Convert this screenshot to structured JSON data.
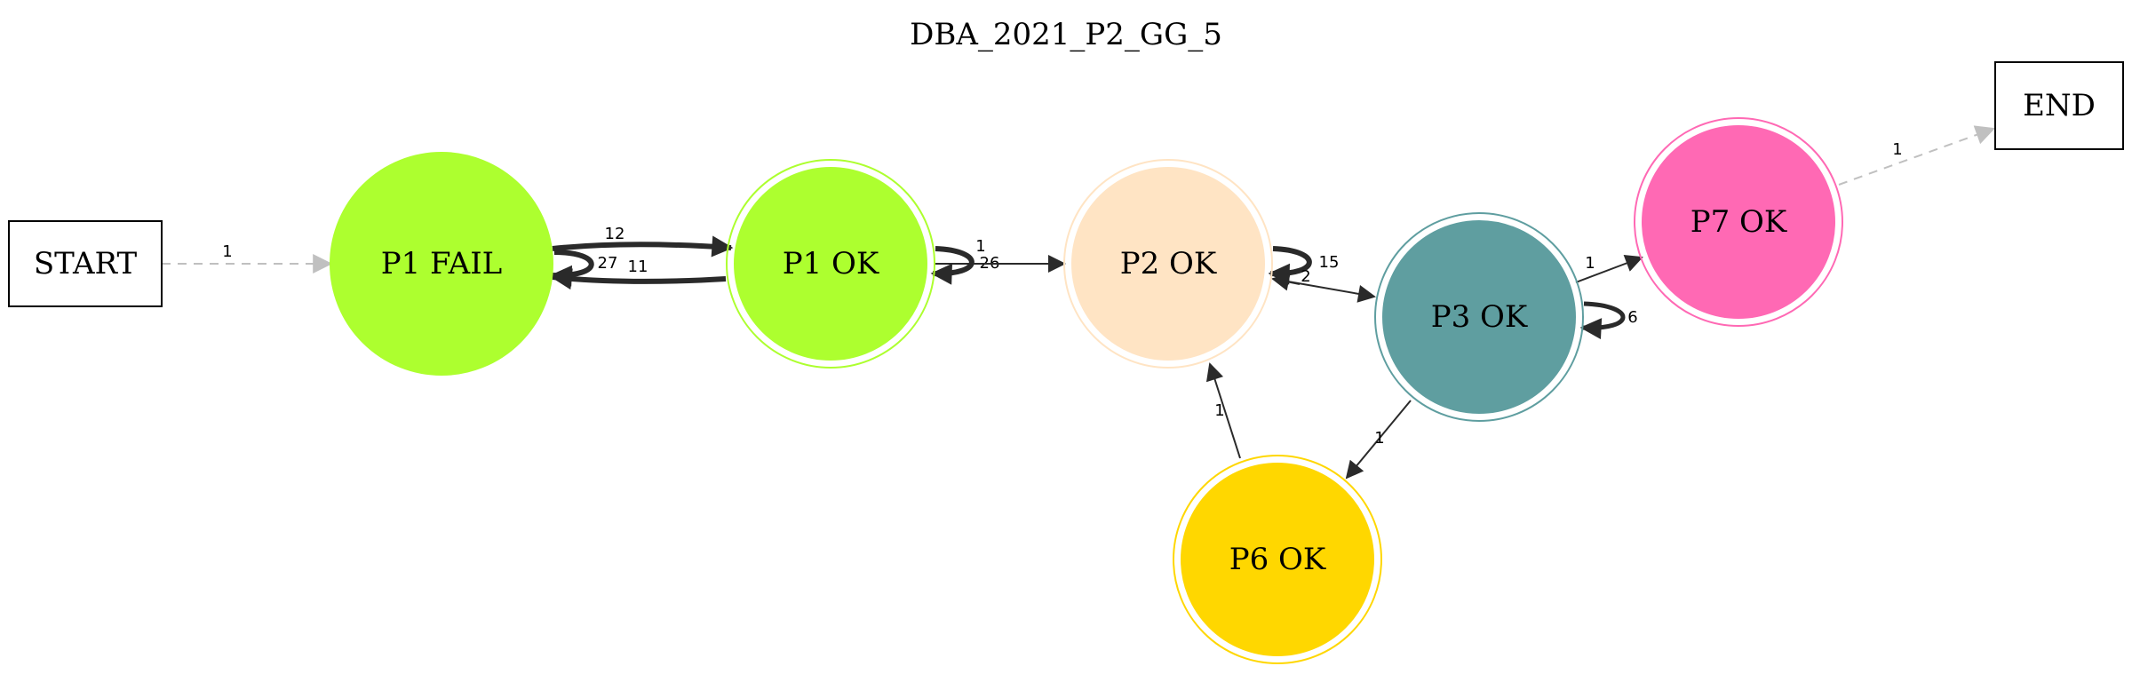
{
  "title": "DBA_2021_P2_GG_5",
  "nodes": {
    "start": {
      "label": "START"
    },
    "end": {
      "label": "END"
    },
    "p1fail": {
      "label": "P1 FAIL",
      "color": "#adff2f"
    },
    "p1ok": {
      "label": "P1 OK",
      "color": "#adff2f"
    },
    "p2ok": {
      "label": "P2 OK",
      "color": "#ffe4c4"
    },
    "p3ok": {
      "label": "P3 OK",
      "color": "#5f9ea0"
    },
    "p6ok": {
      "label": "P6 OK",
      "color": "#ffd700"
    },
    "p7ok": {
      "label": "P7 OK",
      "color": "#ff69b4"
    }
  },
  "edges": {
    "start_p1fail": "1",
    "p1fail_p1ok": "12",
    "p1fail_self": "27",
    "p1ok_p1fail": "11",
    "p1ok_self": "26",
    "p1ok_p2ok": "1",
    "p2ok_self": "15",
    "p2ok_p3ok": "2",
    "p3ok_p7ok": "1",
    "p3ok_self": "6",
    "p3ok_p6ok": "1",
    "p6ok_p2ok": "1",
    "p7ok_end": "1"
  },
  "colors": {
    "edge": "#2a2a2a",
    "edge_dashed": "#c0c0c0"
  }
}
